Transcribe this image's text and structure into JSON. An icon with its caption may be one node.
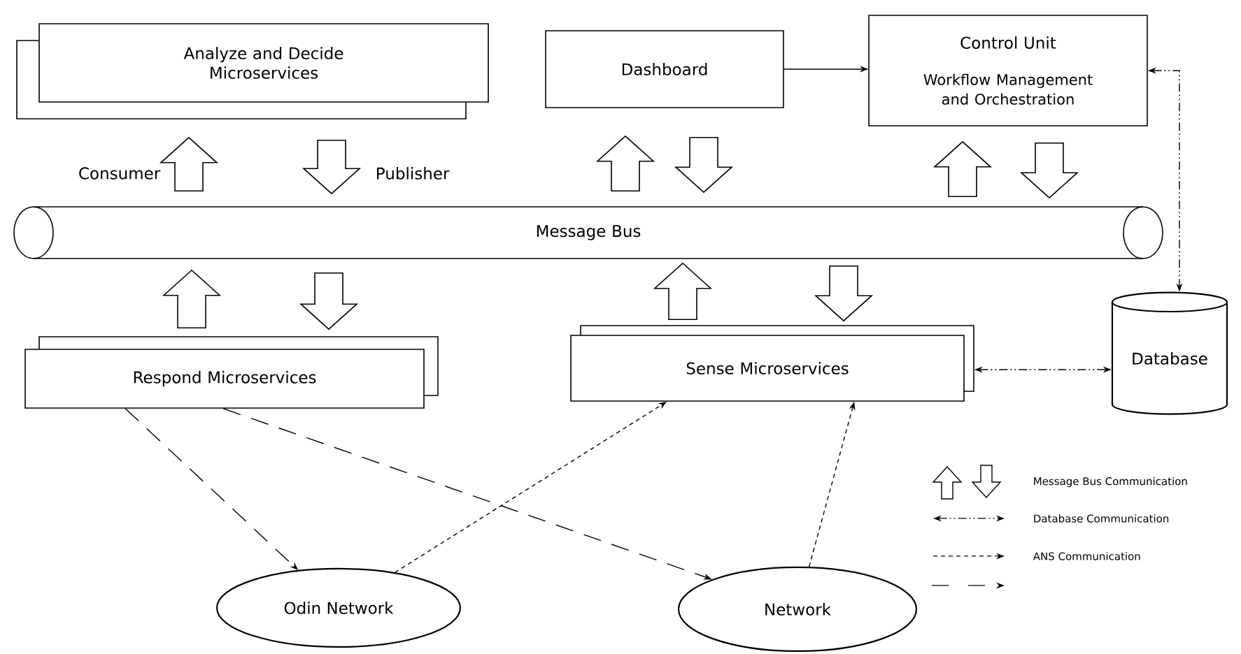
{
  "diagram": {
    "nodes": [
      {
        "text": [
          "Analyze and Decide Microservices"
        ]
      },
      {
        "text": [
          "Dashboard"
        ]
      },
      {
        "text": [
          "Control Unit",
          "Workflow Management and Orchestration"
        ]
      },
      {
        "text": [
          "Message Bus"
        ]
      },
      {
        "text": [
          "Respond Microservices"
        ]
      },
      {
        "text": [
          "Sense Microservices"
        ]
      },
      {
        "text": [
          "Database"
        ]
      },
      {
        "text": [
          "Odin Network"
        ]
      },
      {
        "text": [
          "Network"
        ]
      }
    ],
    "edges": [
      {
        "from": 3,
        "to": 0,
        "arrow": "to",
        "label": "Consumer",
        "style": "thick"
      },
      {
        "from": 0,
        "to": 3,
        "arrow": "to",
        "label": "Publisher",
        "style": "thick"
      },
      {
        "from": 3,
        "to": 1,
        "arrow": "to",
        "style": "thick"
      },
      {
        "from": 1,
        "to": 3,
        "arrow": "to",
        "style": "thick"
      },
      {
        "from": 3,
        "to": 2,
        "arrow": "to",
        "style": "thick"
      },
      {
        "from": 2,
        "to": 3,
        "arrow": "to",
        "style": "thick"
      },
      {
        "from": 4,
        "to": 3,
        "arrow": "to",
        "style": "thick"
      },
      {
        "from": 3,
        "to": 4,
        "arrow": "to",
        "style": "thick"
      },
      {
        "from": 5,
        "to": 3,
        "arrow": "to",
        "style": "thick"
      },
      {
        "from": 3,
        "to": 5,
        "arrow": "to",
        "style": "thick"
      },
      {
        "from": 1,
        "to": 2,
        "arrow": "to"
      },
      {
        "from": 2,
        "to": 6,
        "arrow": "both",
        "style": "dashed"
      },
      {
        "from": 5,
        "to": 6,
        "arrow": "both",
        "style": "dashed"
      },
      {
        "from": 4,
        "to": 7,
        "arrow": "to",
        "style": "dashed"
      },
      {
        "from": 4,
        "to": 8,
        "arrow": "to",
        "style": "dashed"
      },
      {
        "from": 7,
        "to": 5,
        "arrow": "to",
        "style": "dashed"
      },
      {
        "from": 8,
        "to": 5,
        "arrow": "to",
        "style": "dashed"
      }
    ],
    "legend": [
      {
        "text": "Message Bus Communication"
      },
      {
        "text": "Database Communication"
      },
      {
        "text": "ANS Communication"
      }
    ]
  }
}
